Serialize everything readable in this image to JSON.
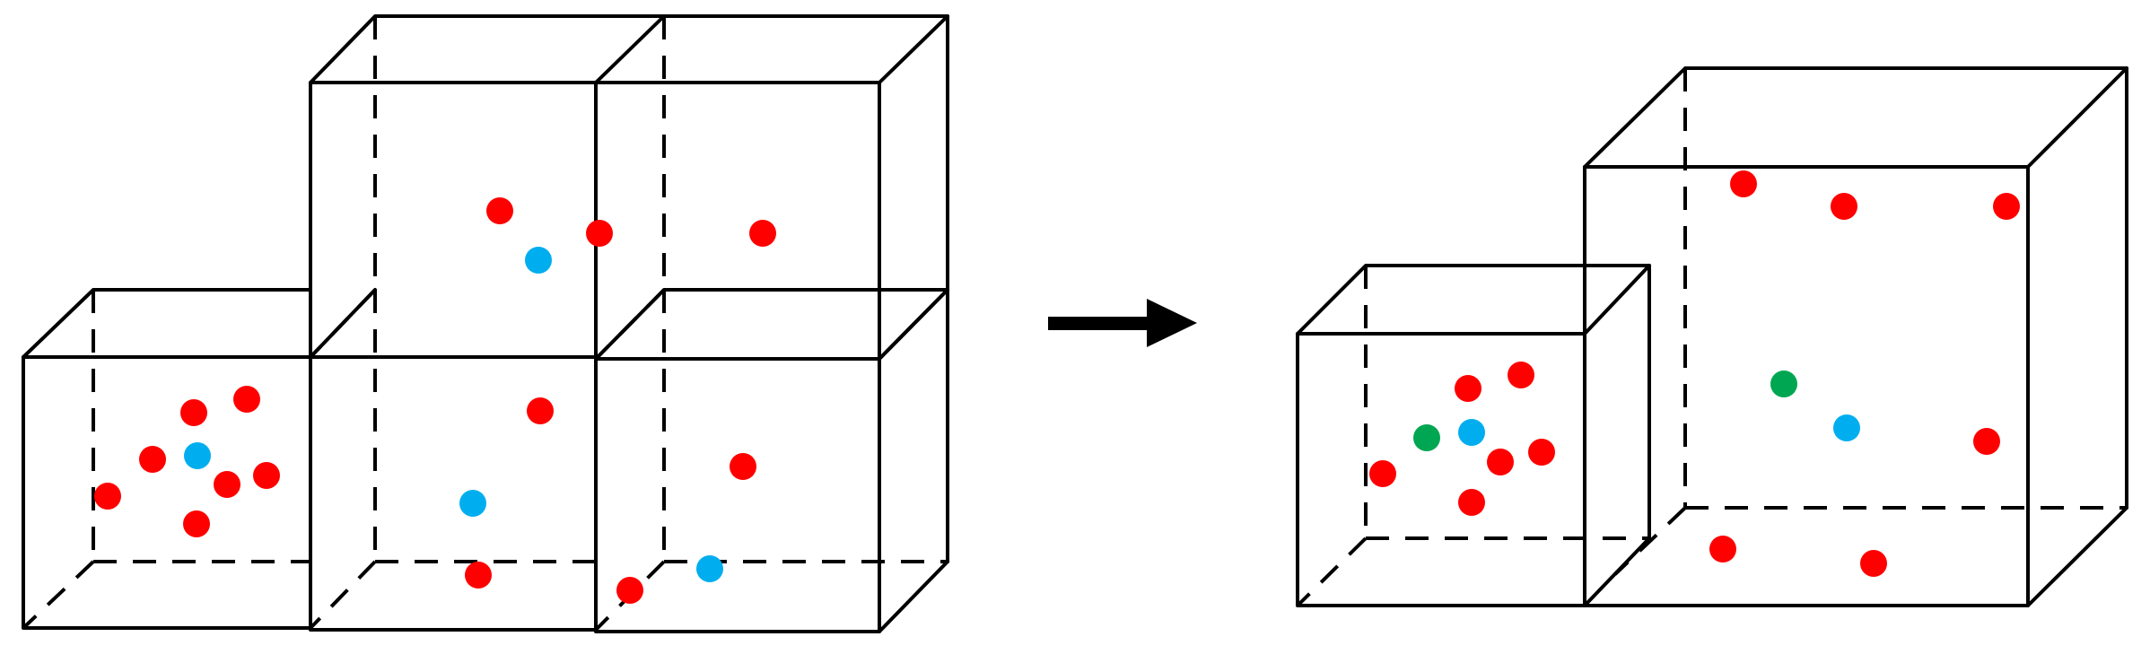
{
  "colors": {
    "background": "#ffffff",
    "stroke": "#000000",
    "red_point": "#ff0000",
    "blue_point": "#00aeef",
    "green_point": "#00a651"
  },
  "left_group": {
    "cube_count": 5,
    "point_colors": [
      "red",
      "blue"
    ]
  },
  "arrow": {
    "direction": "right",
    "icon": "arrow-right-icon"
  },
  "right_group": {
    "cube_count": 2,
    "point_colors": [
      "red",
      "blue",
      "green"
    ]
  }
}
